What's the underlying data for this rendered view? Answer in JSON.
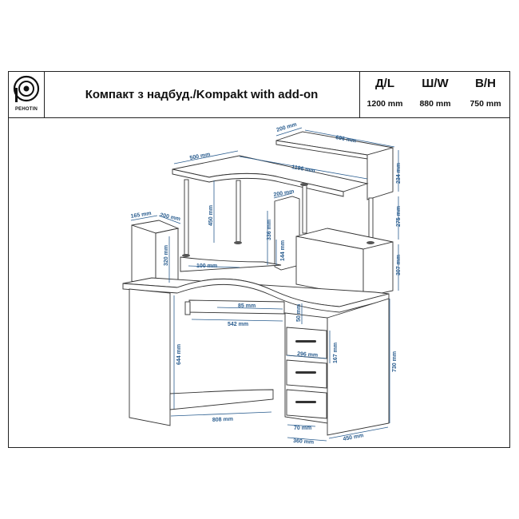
{
  "header": {
    "logo_name": "PEHOTIN",
    "title": "Компакт з надбуд./Kompakt with add-on",
    "specs": [
      {
        "label": "Д/L",
        "value": "1200 mm"
      },
      {
        "label": "Ш/W",
        "value": "880 mm"
      },
      {
        "label": "В/Н",
        "value": "750 mm"
      }
    ]
  },
  "dimensions": {
    "top_shelf_depth": "200 mm",
    "top_shelf_width": "696 mm",
    "top_shelf_height": "234 mm",
    "superstructure_depth": "500 mm",
    "superstructure_width": "1196 mm",
    "post_height": "450 mm",
    "small_shelf_depth": "200 mm",
    "mid_gap_height": "275 mm",
    "left_cabinet_depth_a": "165 mm",
    "left_cabinet_depth_b": "200 mm",
    "left_cabinet_height": "320 mm",
    "center_post_height": "336 mm",
    "riser_height": "144 mm",
    "base_gap": "100 mm",
    "right_cabinet_height": "307 mm",
    "keyboard_depth": "85 mm",
    "keyboard_width": "542 mm",
    "drawer_offset": "50 mm",
    "drawer_width": "296 mm",
    "drawer_height": "167 mm",
    "leg_space_height": "644 mm",
    "desk_height": "730 mm",
    "leg_space_width": "808 mm",
    "plinth": "70 mm",
    "pedestal_width": "360 mm",
    "pedestal_depth": "450 mm"
  }
}
